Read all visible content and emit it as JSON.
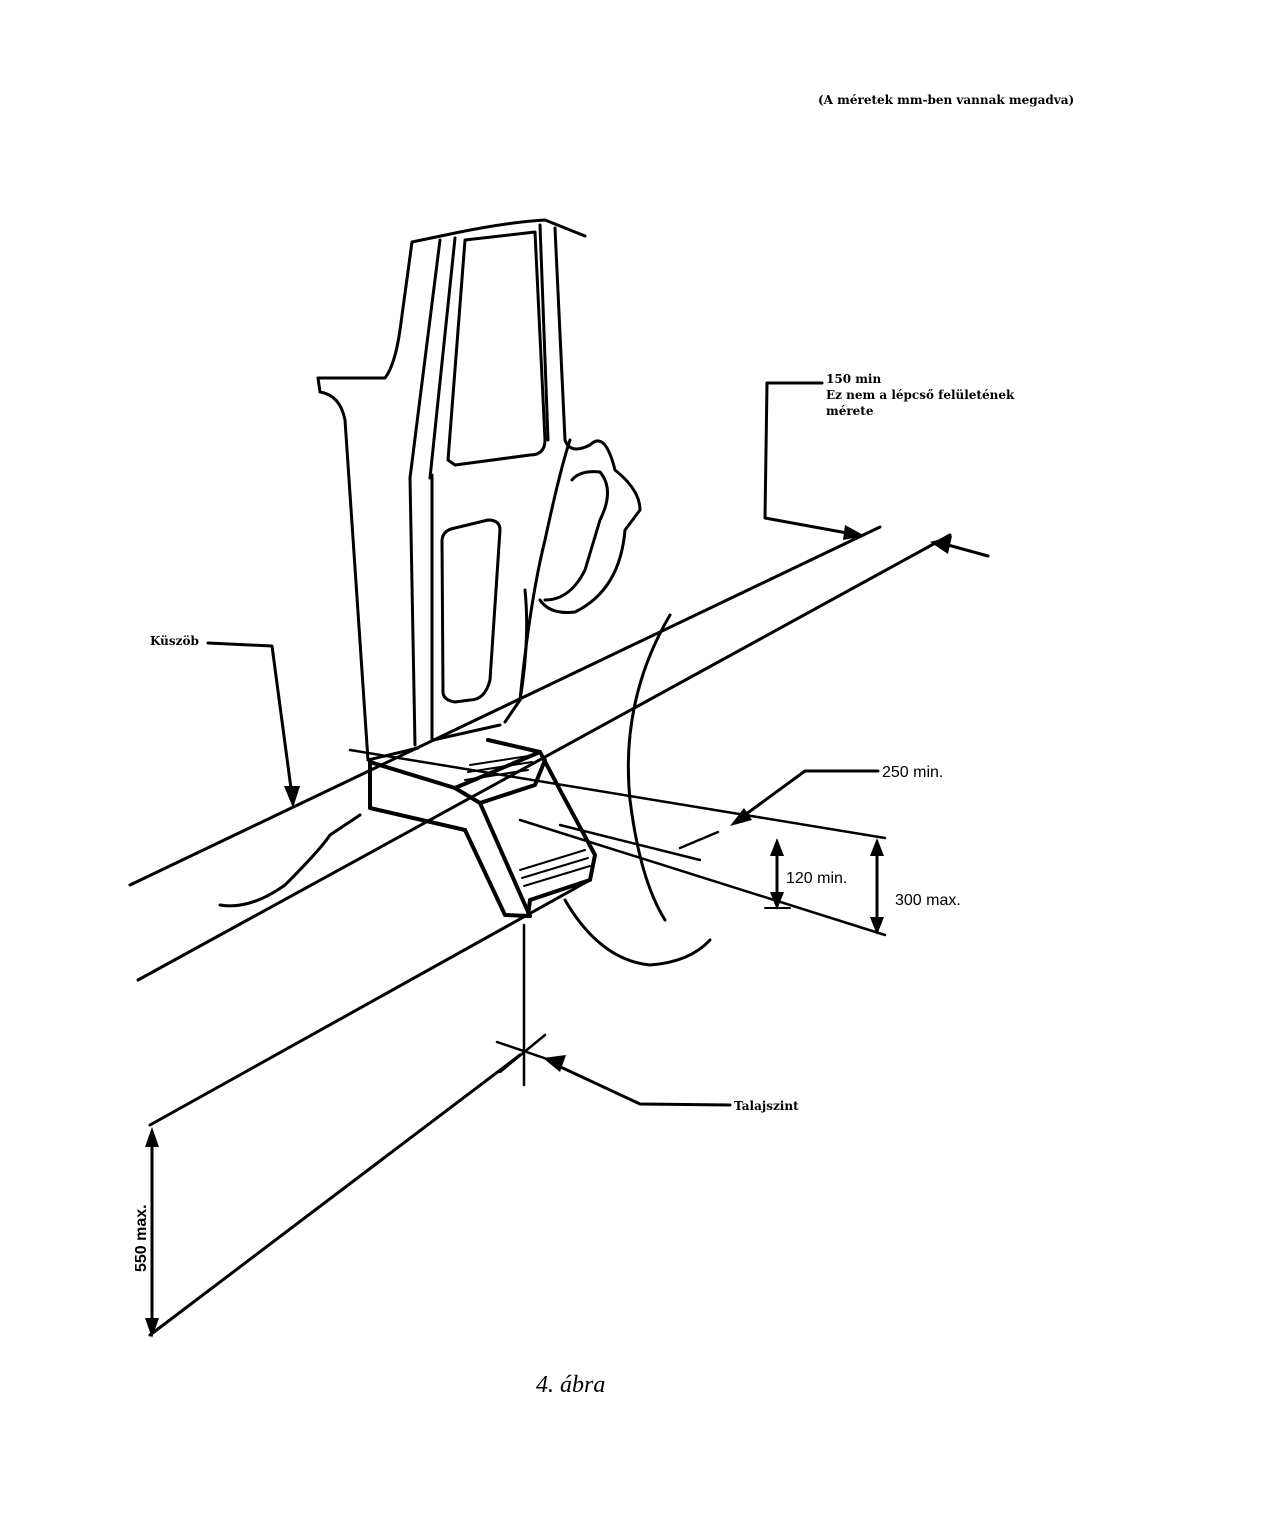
{
  "units_note": "(A méretek mm-ben vannak megadva)",
  "labels": {
    "step_surface_line1": "150 min",
    "step_surface_line2": "Ez nem a lépcső felületének",
    "step_surface_line3": "mérete",
    "threshold": "Küszöb",
    "ground_level": "Talajszint"
  },
  "dimensions": {
    "step_depth": "250 min.",
    "step_height": "120 min.",
    "step_rise_max": "300 max.",
    "first_step_height": "550 max."
  },
  "caption": "4. ábra"
}
